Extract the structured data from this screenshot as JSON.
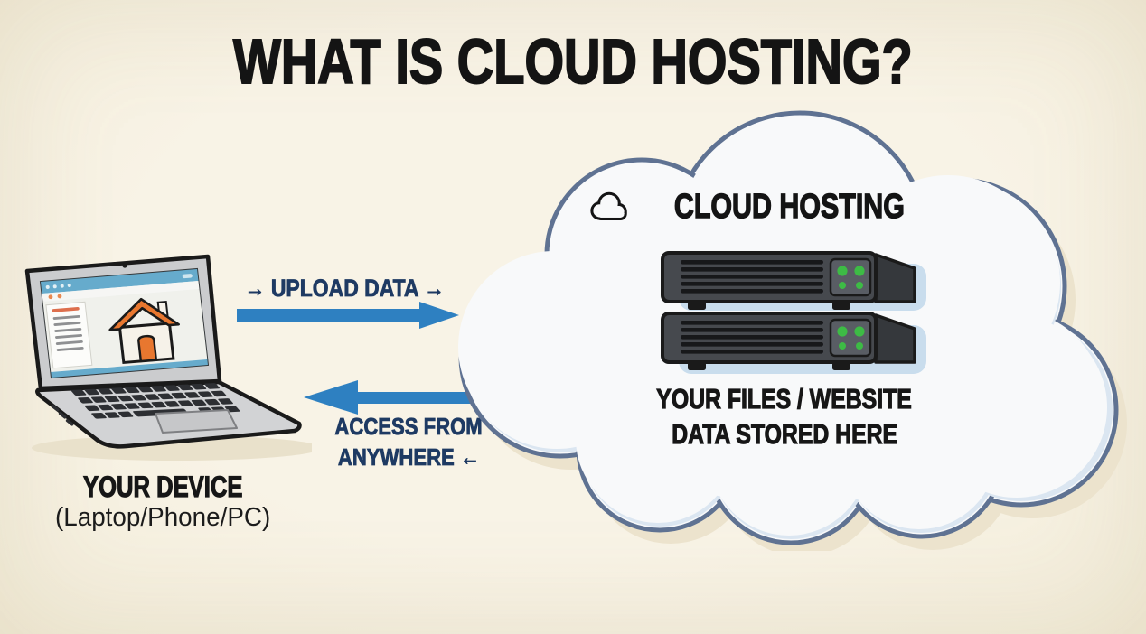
{
  "title": "WHAT IS CLOUD HOSTING?",
  "device": {
    "illustration": "laptop-with-browser-house-page",
    "label": "YOUR DEVICE",
    "sublabel": "(Laptop/Phone/PC)"
  },
  "flows": {
    "upload_label": "→ UPLOAD DATA →",
    "access_label_line1": "ACCESS FROM",
    "access_label_line2": "ANYWHERE ←"
  },
  "cloud": {
    "icon": "cloud-outline-icon",
    "heading": "CLOUD HOSTING",
    "caption_line1": "YOUR FILES / WEBSITE",
    "caption_line2": "DATA STORED HERE",
    "server_count": 2
  },
  "colors": {
    "background": "#f7f2e3",
    "heading_text": "#141414",
    "navy_label": "#1e3a63",
    "arrow_blue": "#2e80c1",
    "cloud_outline": "#5f7292",
    "cloud_fill": "#f8f9fa",
    "cloud_inner_shade": "#d9e4f0",
    "server_body": "#46494e",
    "led_green": "#3dbb45",
    "house_orange": "#e8772f",
    "laptop_gray": "#cbccce"
  }
}
